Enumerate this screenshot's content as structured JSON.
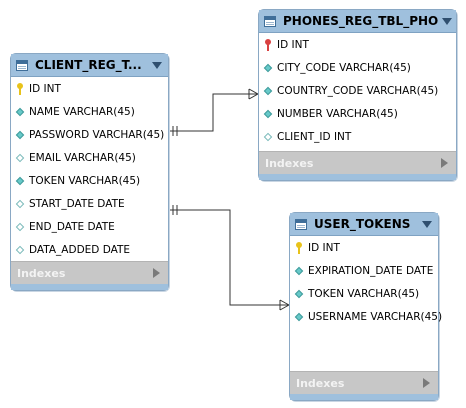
{
  "tables": {
    "client": {
      "name": "CLIENT_REG_T...",
      "footer": "Indexes",
      "columns": [
        {
          "text": "ID INT",
          "kind": "pk-yellow"
        },
        {
          "text": "NAME VARCHAR(45)",
          "kind": "filled"
        },
        {
          "text": "PASSWORD VARCHAR(45)",
          "kind": "filled"
        },
        {
          "text": "EMAIL VARCHAR(45)",
          "kind": "empty"
        },
        {
          "text": "TOKEN VARCHAR(45)",
          "kind": "filled"
        },
        {
          "text": "START_DATE DATE",
          "kind": "empty"
        },
        {
          "text": "END_DATE DATE",
          "kind": "empty"
        },
        {
          "text": "DATA_ADDED DATE",
          "kind": "empty"
        }
      ]
    },
    "phones": {
      "name": "PHONES_REG_TBL_PHO",
      "footer": "Indexes",
      "columns": [
        {
          "text": "ID INT",
          "kind": "pk-red"
        },
        {
          "text": "CITY_CODE VARCHAR(45)",
          "kind": "filled"
        },
        {
          "text": "COUNTRY_CODE VARCHAR(45)",
          "kind": "filled"
        },
        {
          "text": "NUMBER VARCHAR(45)",
          "kind": "filled"
        },
        {
          "text": "CLIENT_ID INT",
          "kind": "empty"
        }
      ]
    },
    "tokens": {
      "name": "USER_TOKENS",
      "footer": "Indexes",
      "columns": [
        {
          "text": "ID INT",
          "kind": "pk-yellow"
        },
        {
          "text": "EXPIRATION_DATE DATE",
          "kind": "filled"
        },
        {
          "text": "TOKEN VARCHAR(45)",
          "kind": "filled"
        },
        {
          "text": "USERNAME VARCHAR(45)",
          "kind": "filled"
        }
      ]
    }
  },
  "colors": {
    "header": "#9fc0dd",
    "footer": "#c7c7c7",
    "diamond": "#67c9c9",
    "pk_yellow": "#e8c21a",
    "pk_red": "#d94141",
    "connector": "#333333"
  },
  "relationships": [
    {
      "from": "CLIENT_REG_T...",
      "to": "PHONES_REG_TBL_PHO",
      "notation": "one-to-many"
    },
    {
      "from": "CLIENT_REG_T...",
      "to": "USER_TOKENS",
      "notation": "one-to-many"
    }
  ]
}
